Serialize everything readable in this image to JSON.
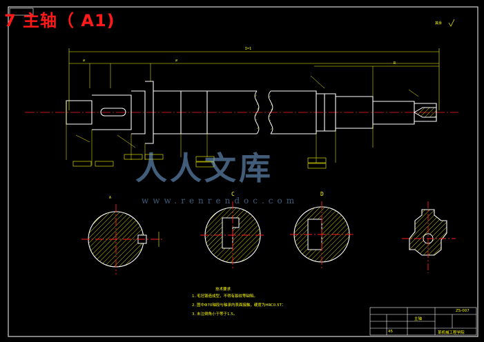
{
  "title": "7 主轴（ A1)",
  "watermark": {
    "text": "人人文库",
    "url": "www.renrendoc.com"
  },
  "technical_requirements": {
    "heading": "技术要求",
    "items": [
      "1. 毛坯锻造成型，不得有裂纹等缺陷。",
      "2. 图中Φ70轴段与轴承内表面接触，硬度为HRC0.5T：",
      "3. 未注倒角小于等于1.5。"
    ]
  },
  "title_block": {
    "part_name": "主轴",
    "drawing_no": "ZS-007",
    "material": "45",
    "school": "某机械工程学院"
  },
  "section_labels": [
    "C",
    "D"
  ],
  "colors": {
    "background": "#000000",
    "outline": "#ffffff",
    "dimension": "#ffff00",
    "centerline": "#ff2020",
    "hatch": "#ffff00",
    "title": "#ff1a1a"
  }
}
